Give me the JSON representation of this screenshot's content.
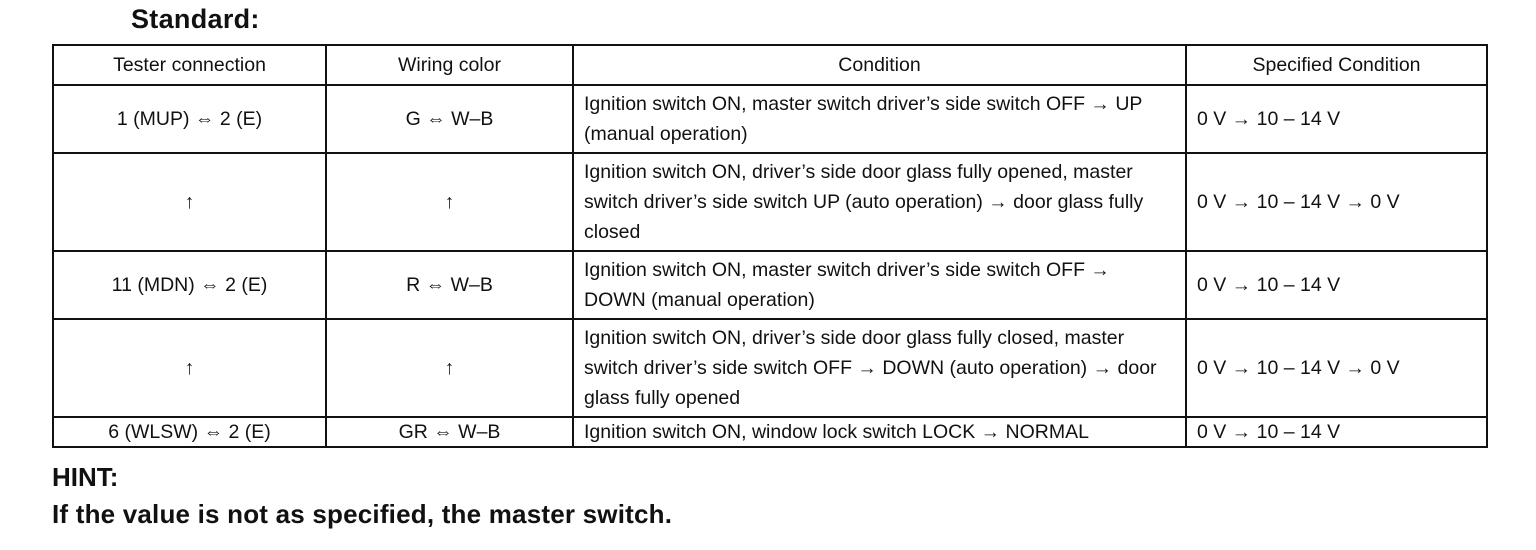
{
  "heading": "Standard:",
  "table": {
    "headers": [
      "Tester connection",
      "Wiring color",
      "Condition",
      "Specified Condition"
    ],
    "rows": [
      {
        "tester": "1 (MUP) ⇔ 2 (E)",
        "wiring": "G ⇔ W–B",
        "condition": "Ignition switch ON, master switch driver’s side switch OFF → UP (manual operation)",
        "specified": "0 V → 10 – 14 V"
      },
      {
        "tester": "↑",
        "wiring": "↑",
        "condition": "Ignition switch ON, driver’s side door glass fully opened, master switch driver’s side switch UP (auto operation) → door glass fully closed",
        "specified": "0 V → 10 – 14 V → 0 V"
      },
      {
        "tester": "11 (MDN) ⇔ 2 (E)",
        "wiring": "R ⇔ W–B",
        "condition": "Ignition switch ON, master switch driver’s side switch OFF → DOWN (manual operation)",
        "specified": "0 V → 10 – 14 V"
      },
      {
        "tester": "↑",
        "wiring": "↑",
        "condition": "Ignition switch ON, driver’s side door glass fully closed, master switch driver’s side switch OFF → DOWN (auto operation) → door glass fully opened",
        "specified": "0 V → 10 – 14 V → 0 V"
      },
      {
        "tester": "6 (WLSW) ⇔ 2 (E)",
        "wiring": "GR ⇔ W–B",
        "condition": "Ignition switch ON, window lock switch LOCK → NORMAL",
        "specified": "0 V → 10 – 14 V"
      }
    ]
  },
  "hint": {
    "label": "HINT:",
    "text": "If the value is not as specified, the master switch."
  }
}
